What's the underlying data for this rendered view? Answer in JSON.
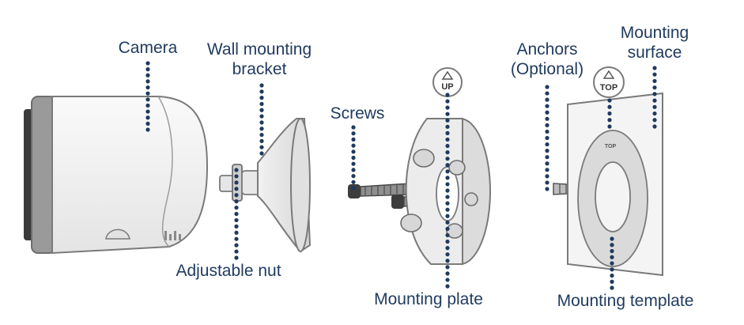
{
  "labels": {
    "camera": "Camera",
    "bracket_line1": "Wall mounting",
    "bracket_line2": "bracket",
    "screws": "Screws",
    "anchors_line1": "Anchors",
    "anchors_line2": "(Optional)",
    "surface_line1": "Mounting",
    "surface_line2": "surface",
    "adjustable_nut": "Adjustable nut",
    "mounting_plate": "Mounting plate",
    "mounting_template": "Mounting template"
  },
  "badges": {
    "up": "UP",
    "top": "TOP",
    "template_top": "TOP"
  },
  "colors": {
    "label_text": "#1f3a5f",
    "leader_dots": "#1f3a5f",
    "outline": "#7a7a7a",
    "fill_light": "#ededed",
    "fill_mid": "#cfcfcf",
    "lens_ring": "#8e8e8e",
    "lens_dark": "#3a3a3a"
  }
}
